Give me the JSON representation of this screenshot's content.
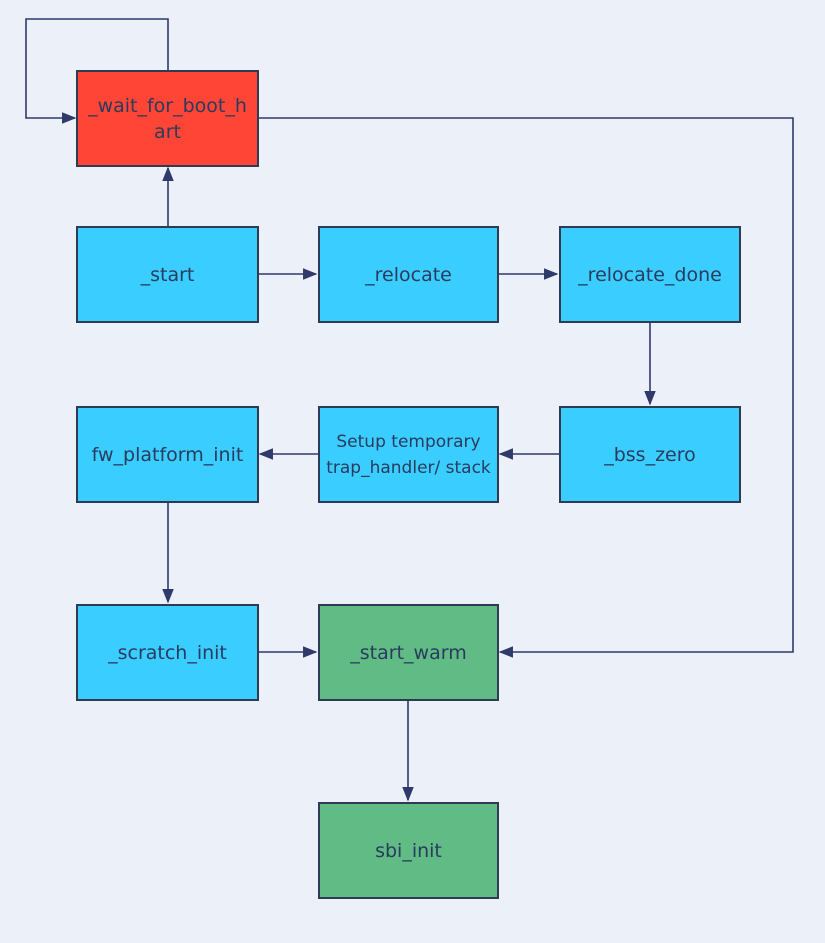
{
  "colors": {
    "background": "#ecf0f9",
    "node_blue": "#3acdff",
    "node_red": "#ff4535",
    "node_green": "#60bb84",
    "edge": "#2f3a6b",
    "text": "#2a3b5e"
  },
  "nodes": {
    "wait_for_boot_hart": "_wait_for_boot_hart",
    "start": "_start",
    "relocate": "_relocate",
    "relocate_done": "_relocate_done",
    "bss_zero": "_bss_zero",
    "setup_trap": "Setup temporary trap_handler/ stack",
    "fw_platform_init": "fw_platform_init",
    "scratch_init": "_scratch_init",
    "start_warm": "_start_warm",
    "sbi_init": "sbi_init"
  }
}
